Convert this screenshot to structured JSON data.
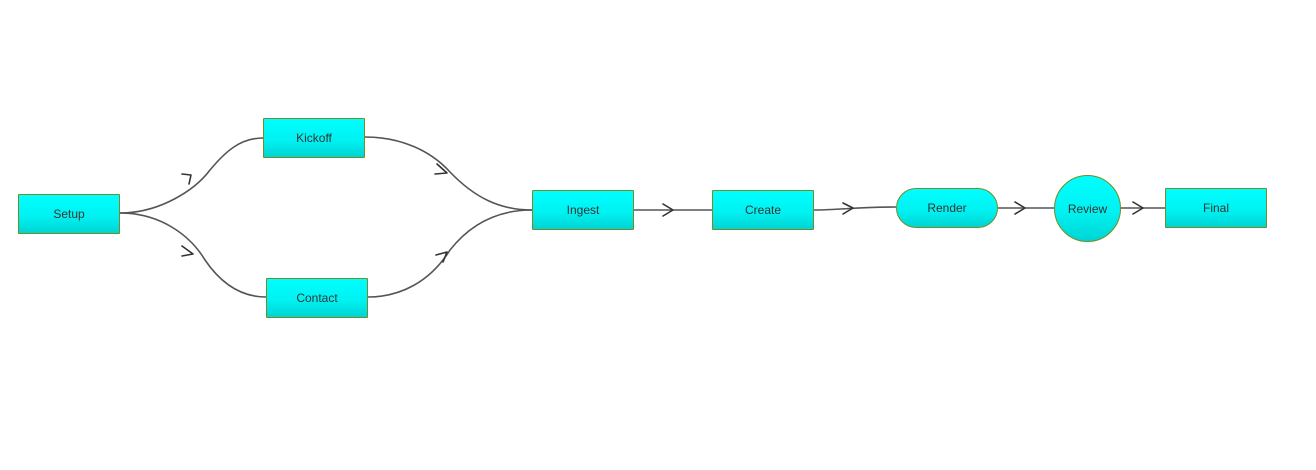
{
  "diagram": {
    "nodes": {
      "setup": {
        "label": "Setup"
      },
      "kickoff": {
        "label": "Kickoff"
      },
      "contact": {
        "label": "Contact"
      },
      "ingest": {
        "label": "Ingest"
      },
      "create": {
        "label": "Create"
      },
      "render": {
        "label": "Render"
      },
      "review": {
        "label": "Review"
      },
      "final": {
        "label": "Final"
      }
    },
    "edges": [
      {
        "from": "setup",
        "to": "kickoff"
      },
      {
        "from": "setup",
        "to": "contact"
      },
      {
        "from": "kickoff",
        "to": "ingest"
      },
      {
        "from": "contact",
        "to": "ingest"
      },
      {
        "from": "ingest",
        "to": "create"
      },
      {
        "from": "create",
        "to": "render"
      },
      {
        "from": "render",
        "to": "review"
      },
      {
        "from": "review",
        "to": "final"
      }
    ],
    "colors": {
      "node_fill": "#00ffff",
      "node_border": "#6f8f20",
      "edge": "#555555"
    }
  }
}
